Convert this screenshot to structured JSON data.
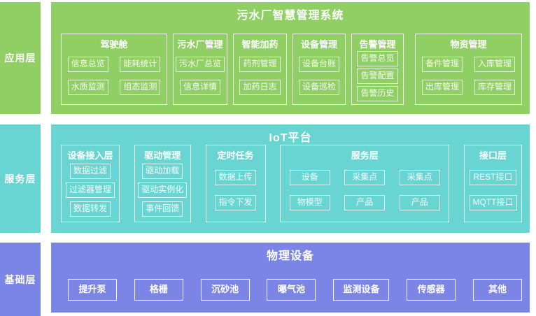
{
  "background": "#FFFFFF",
  "text_color": "#FFFFFF",
  "layers": [
    {
      "id": "application",
      "label": "应用层",
      "title": "污水厂智慧管理系统",
      "color": "#8FCF63",
      "groups": [
        {
          "title": "驾驶舱",
          "columns": 2,
          "items": [
            "信息总览",
            "能耗统计",
            "水质监测",
            "组态监测"
          ]
        },
        {
          "title": "污水厂管理",
          "columns": 1,
          "items": [
            "污水厂总览",
            "信息详情"
          ]
        },
        {
          "title": "智能加药",
          "columns": 1,
          "items": [
            "药剂管理",
            "加药日志"
          ]
        },
        {
          "title": "设备管理",
          "columns": 1,
          "items": [
            "设备台账",
            "设备巡检"
          ]
        },
        {
          "title": "告警管理",
          "columns": 1,
          "items": [
            "告警总览",
            "告警配置",
            "告警历史"
          ]
        },
        {
          "title": "物资管理",
          "columns": 2,
          "items": [
            "备件管理",
            "入库管理",
            "出库管理",
            "库存管理"
          ]
        }
      ]
    },
    {
      "id": "service",
      "label": "服务层",
      "title": "IoT平台",
      "color": "#69D5D2",
      "groups": [
        {
          "title": "设备接入层",
          "columns": 1,
          "items": [
            "数据过滤",
            "过滤器管理",
            "数据转发"
          ]
        },
        {
          "title": "驱动管理",
          "columns": 1,
          "items": [
            "驱动加载",
            "驱动实例化",
            "事件回馈"
          ]
        },
        {
          "title": "定时任务",
          "columns": 1,
          "items": [
            "数据上传",
            "指令下发"
          ]
        },
        {
          "title": "服务层",
          "columns": 3,
          "items": [
            "设备",
            "采集点",
            "采集点",
            "物模型",
            "产品",
            "产品"
          ]
        },
        {
          "title": "接口层",
          "columns": 1,
          "items": [
            "REST接口",
            "MQTT接口"
          ]
        }
      ]
    },
    {
      "id": "physical",
      "label": "基础层",
      "title": "物理设备",
      "color": "#7B85E5",
      "items": [
        "提升泵",
        "格栅",
        "沉砂池",
        "曝气池",
        "监测设备",
        "传感器",
        "其他"
      ]
    }
  ]
}
